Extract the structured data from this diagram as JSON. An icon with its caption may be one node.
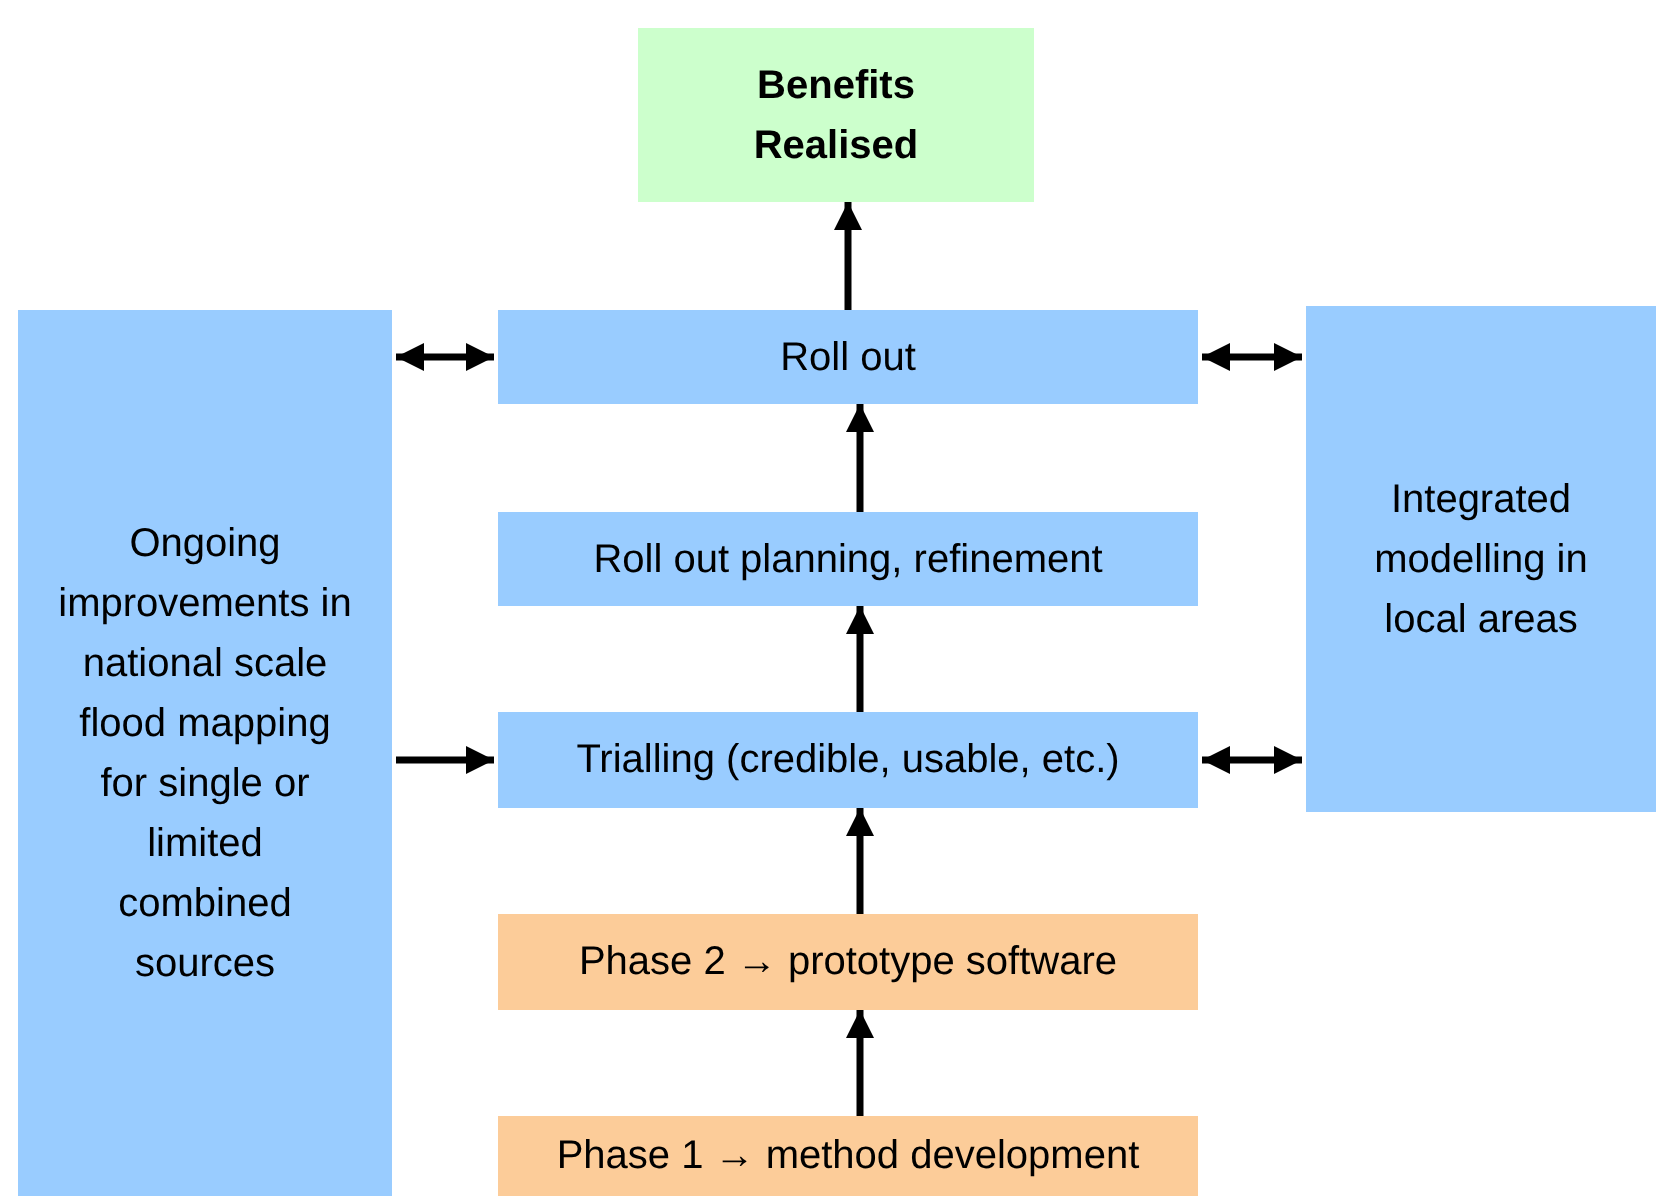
{
  "diagram": {
    "nodes": [
      {
        "text": [
          "Benefits Realised"
        ]
      },
      {
        "text": [
          "Roll out"
        ]
      },
      {
        "text": [
          "Roll out planning, refinement"
        ]
      },
      {
        "text": [
          "Trialling (credible, usable, etc.)"
        ]
      },
      {
        "text": [
          "Phase 2 → prototype software"
        ]
      },
      {
        "text": [
          "Phase 1 → method development"
        ]
      },
      {
        "text": [
          "Ongoing improvements in national scale flood mapping for single or limited combined sources"
        ]
      },
      {
        "text": [
          "Integrated modelling in local areas"
        ]
      }
    ],
    "edges": [
      {
        "from": 5,
        "to": 4,
        "arrow": "to"
      },
      {
        "from": 4,
        "to": 3,
        "arrow": "to"
      },
      {
        "from": 3,
        "to": 2,
        "arrow": "to"
      },
      {
        "from": 2,
        "to": 1,
        "arrow": "to"
      },
      {
        "from": 1,
        "to": 0,
        "arrow": "to"
      },
      {
        "from": 6,
        "to": 1,
        "arrow": "both"
      },
      {
        "from": 6,
        "to": 3,
        "arrow": "to"
      },
      {
        "from": 1,
        "to": 7,
        "arrow": "both"
      },
      {
        "from": 3,
        "to": 7,
        "arrow": "both"
      }
    ]
  }
}
